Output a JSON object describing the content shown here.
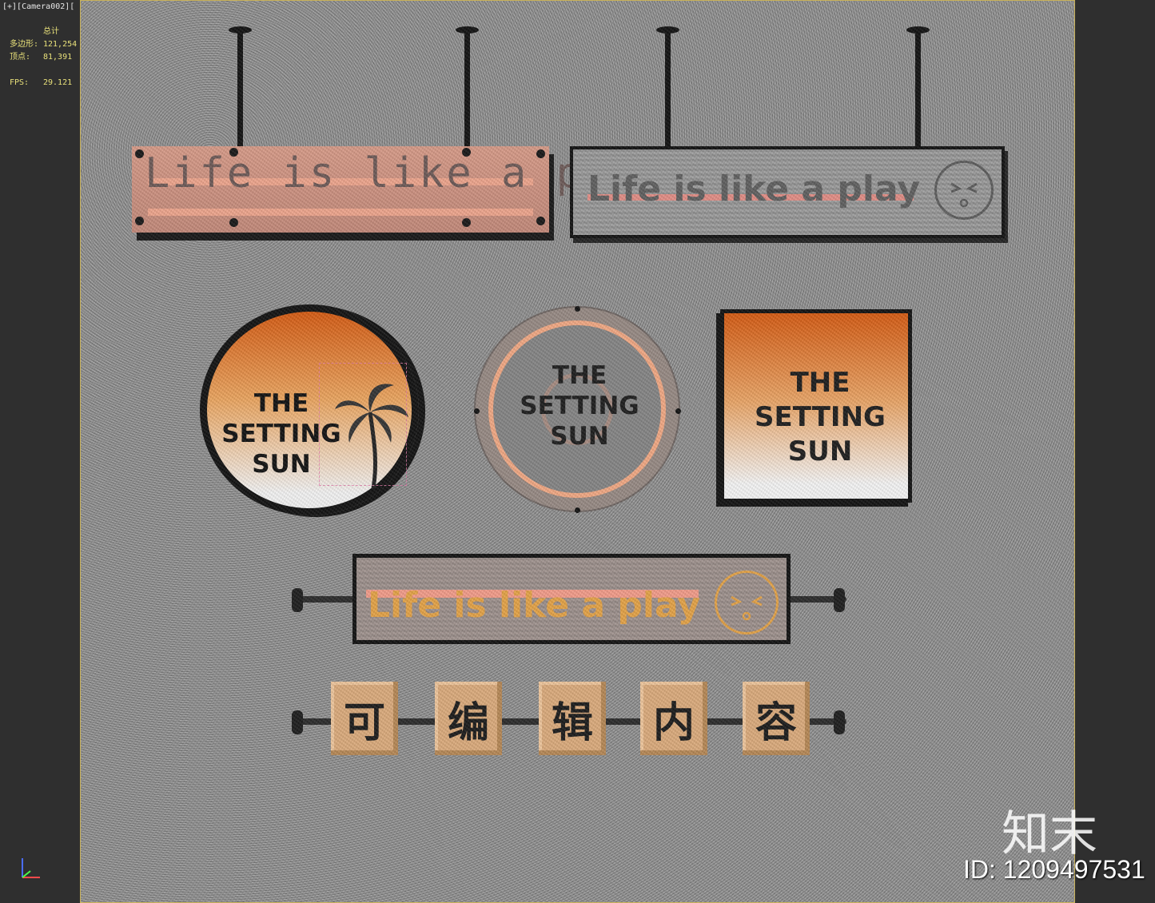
{
  "viewport": {
    "label": "[+][Camera002][",
    "stats": {
      "header": "总计",
      "polys_label": "多边形:",
      "polys_value": "121,254",
      "verts_label": "顶点:",
      "verts_value": "81,391",
      "fps_label": "FPS:",
      "fps_value": "29.121"
    }
  },
  "signs": {
    "top_left_text": "Life is like a play",
    "top_right_text": "Life is like a play",
    "bottom_text": "Life is like a play",
    "circle_left": [
      "THE",
      "SETTING",
      "SUN"
    ],
    "circle_mid": [
      "THE",
      "SETTING",
      "SUN"
    ],
    "square": [
      "THE",
      "SETTING",
      "SUN"
    ],
    "blocks": [
      "可",
      "编",
      "辑",
      "内",
      "容"
    ]
  },
  "watermark": {
    "logo": "知末",
    "id": "ID: 1209497531"
  },
  "colors": {
    "orange": "#d35a12",
    "peach": "#f09a88",
    "gold": "#e2a146",
    "block": "#d9a97a"
  }
}
